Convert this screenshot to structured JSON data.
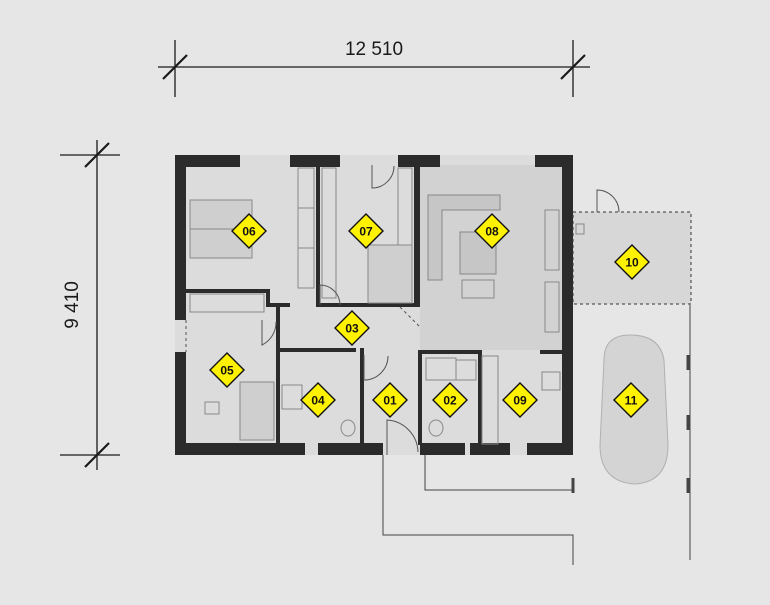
{
  "dimensions": {
    "width": "12 510",
    "height": "9 410"
  },
  "rooms": [
    {
      "id": "01",
      "label": "01"
    },
    {
      "id": "02",
      "label": "02"
    },
    {
      "id": "03",
      "label": "03"
    },
    {
      "id": "04",
      "label": "04"
    },
    {
      "id": "05",
      "label": "05"
    },
    {
      "id": "06",
      "label": "06"
    },
    {
      "id": "07",
      "label": "07"
    },
    {
      "id": "08",
      "label": "08"
    },
    {
      "id": "09",
      "label": "09"
    },
    {
      "id": "10",
      "label": "10"
    },
    {
      "id": "11",
      "label": "11"
    }
  ],
  "colors": {
    "background": "#e6e6e6",
    "wall": "#2b2b2b",
    "floor": "#dcdcdc",
    "marker_fill": "#fff200",
    "marker_stroke": "#111111"
  }
}
